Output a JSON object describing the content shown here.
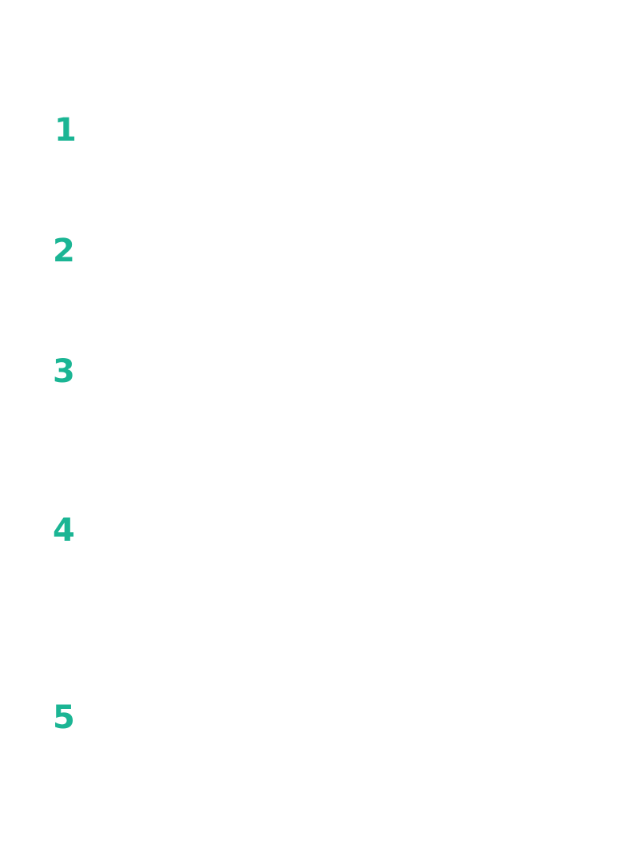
{
  "accent_color": "#1bb594",
  "steps": [
    {
      "number": "1"
    },
    {
      "number": "2"
    },
    {
      "number": "3"
    },
    {
      "number": "4"
    },
    {
      "number": "5"
    }
  ]
}
